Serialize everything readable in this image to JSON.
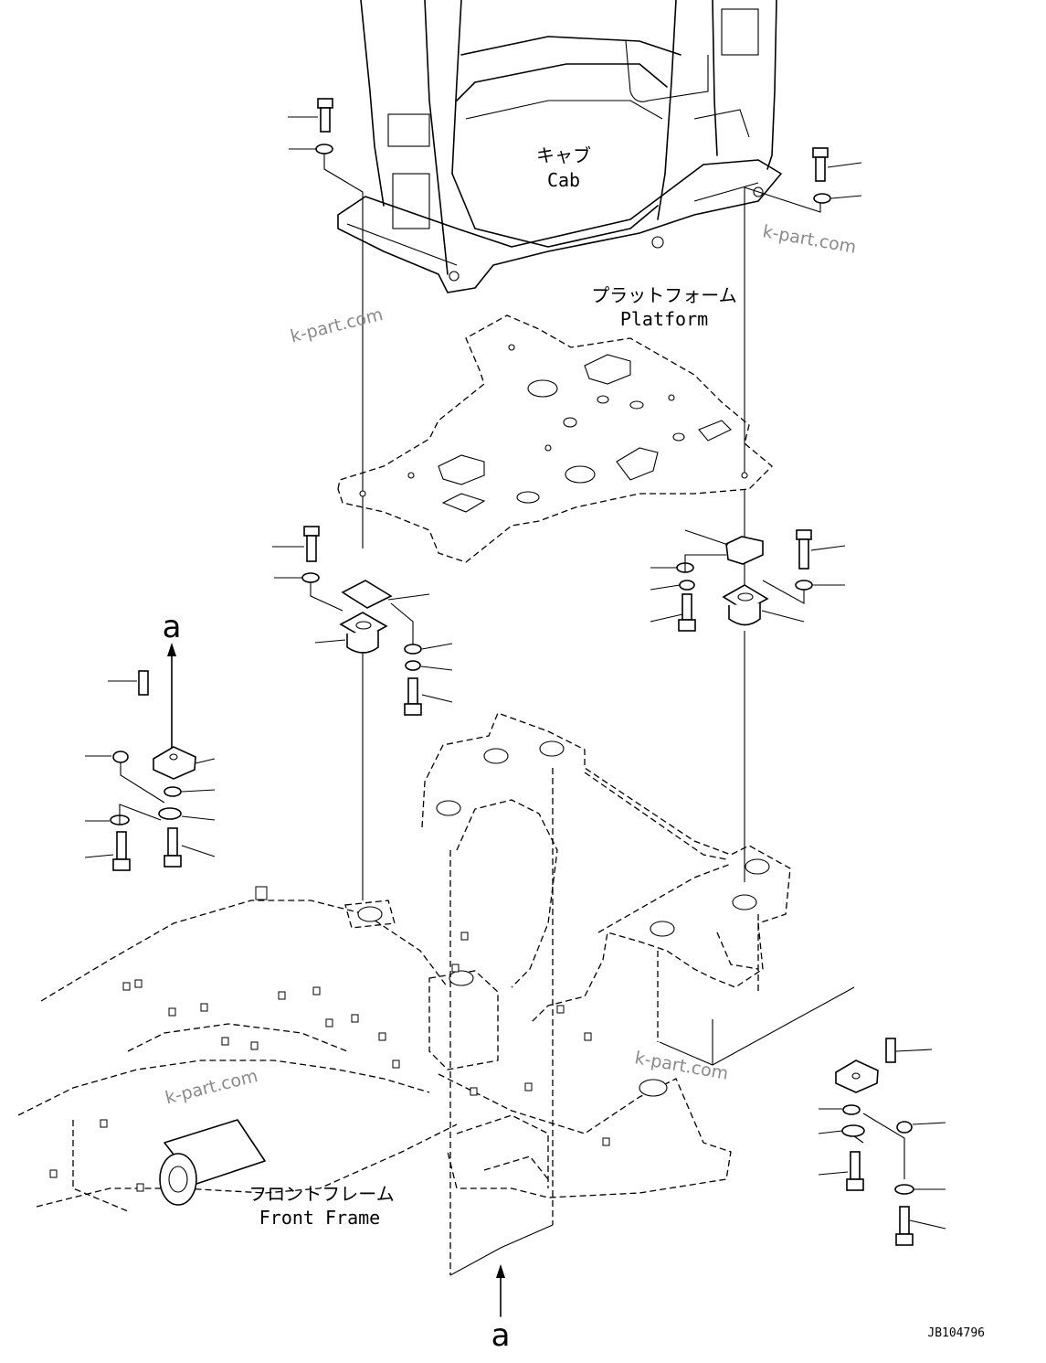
{
  "labels": {
    "cab_jp": "キャブ",
    "cab_en": "Cab",
    "platform_jp": "プラットフォーム",
    "platform_en": "Platform",
    "front_frame_jp": "フロントフレーム",
    "front_frame_en": "Front Frame",
    "view_marker": "a"
  },
  "watermark": "k-part.com",
  "drawing_code": "JB104796",
  "colors": {
    "line": "#000000",
    "background": "#ffffff",
    "watermark": "#8a8a8a"
  }
}
